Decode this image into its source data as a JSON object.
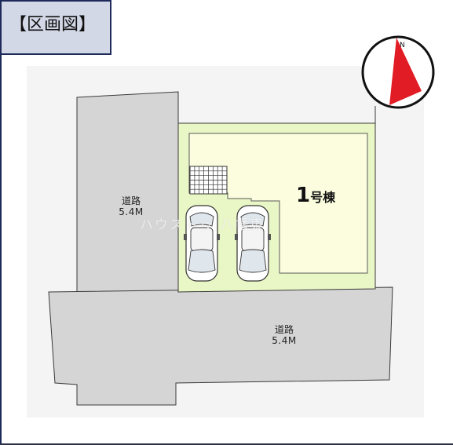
{
  "header": {
    "title": "【区画図】"
  },
  "roads": {
    "west": {
      "name": "道路",
      "width": "5.4M"
    },
    "south": {
      "name": "道路",
      "width": "5.4M"
    }
  },
  "building": {
    "number": "1",
    "suffix": "号棟"
  },
  "watermark": {
    "text": "ハウスドゥ 八幡東"
  },
  "compass": {
    "label": "N"
  },
  "colors": {
    "road": "#d5d5d5",
    "lot": "#e9f6c6",
    "building": "#fbfdde",
    "outline": "#3a3a3a",
    "compass_arrow": "#e11c24",
    "header_bg": "#d2d8e6"
  }
}
